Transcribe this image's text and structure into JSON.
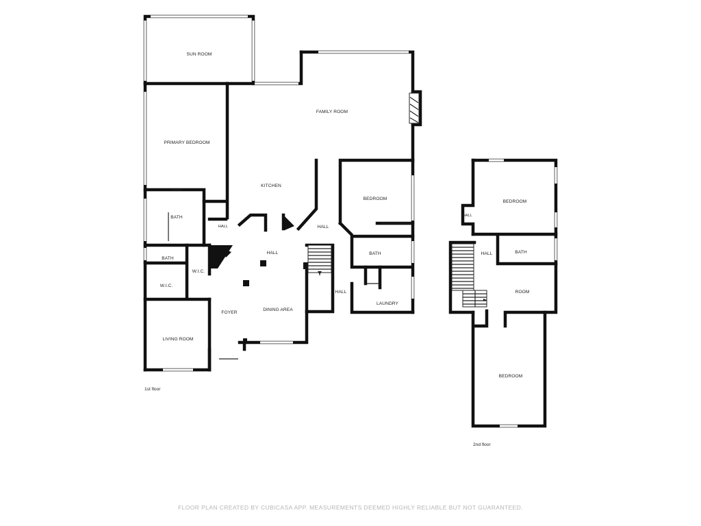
{
  "floors": {
    "first": {
      "label": "1st floor",
      "rooms": {
        "sun_room": "SUN ROOM",
        "family_room": "FAMILY ROOM",
        "primary_bedroom": "PRIMARY BEDROOM",
        "kitchen": "KITCHEN",
        "bedroom": "BEDROOM",
        "bath_primary": "BATH",
        "hall_west": "HALL",
        "hall_east": "HALL",
        "hall_center": "HALL",
        "bath_small": "BATH",
        "wic_right": "W.I.C.",
        "wic_left": "W.I.C.",
        "bath_bedroom": "BATH",
        "hall_stairs": "HALL",
        "foyer": "FOYER",
        "dining_area": "DINING AREA",
        "laundry": "LAUNDRY",
        "living_room": "LIVING ROOM"
      }
    },
    "second": {
      "label": "2nd floor",
      "rooms": {
        "bedroom_top": "BEDROOM",
        "hall_small": "HALL",
        "hall": "HALL",
        "bath": "BATH",
        "room": "ROOM",
        "bedroom_bottom": "BEDROOM"
      }
    }
  },
  "footer": "FLOOR PLAN CREATED BY CUBICASA APP. MEASUREMENTS DEEMED HIGHLY RELIABLE BUT NOT GUARANTEED."
}
